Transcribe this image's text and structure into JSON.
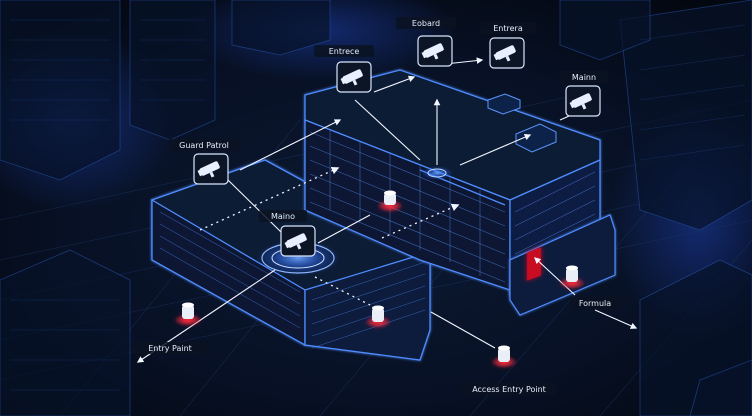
{
  "colors": {
    "background": "#050b16",
    "wireframe": "#4f8cff",
    "wireframe_bright": "#8fb8ff",
    "label_text": "#e6eefc",
    "alert_red": "#e0102a",
    "hub_glow": "#3b7dff"
  },
  "cameras": [
    {
      "id": "cam-entrance-1",
      "label": "Entrece",
      "icon": "cctv-camera-icon"
    },
    {
      "id": "cam-eobard",
      "label": "Eobard",
      "icon": "cctv-camera-icon"
    },
    {
      "id": "cam-entrance-2",
      "label": "Entrera",
      "icon": "cctv-camera-icon"
    },
    {
      "id": "cam-main-1",
      "label": "Mainn",
      "icon": "cctv-camera-icon"
    },
    {
      "id": "cam-guard",
      "label": "Guard Patrol",
      "icon": "cctv-camera-icon"
    },
    {
      "id": "cam-main-hub",
      "label": "Maino",
      "icon": "cctv-camera-icon"
    }
  ],
  "sensors": [
    {
      "id": "sensor-entry",
      "label": "Entry Paint",
      "icon": "sensor-node-icon"
    },
    {
      "id": "sensor-access",
      "label": "Access Entry Point",
      "icon": "sensor-node-icon"
    },
    {
      "id": "sensor-formula",
      "label": "Formula",
      "icon": "sensor-node-icon"
    }
  ]
}
